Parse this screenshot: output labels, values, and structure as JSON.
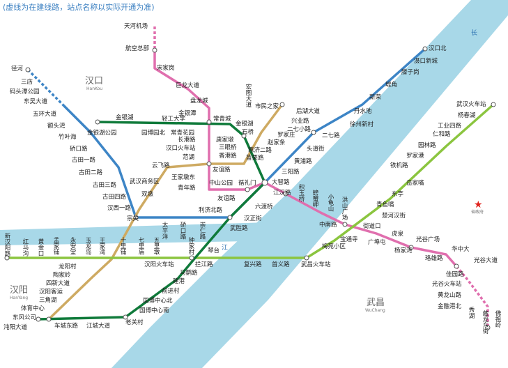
{
  "note": "(虚线为在建线路，站点名称以实际开通为准)",
  "districts": [
    {
      "id": "hankou",
      "name": "汉口",
      "sub": "HanKou"
    },
    {
      "id": "hanyang",
      "name": "汉阳",
      "sub": "HanYang"
    },
    {
      "id": "wuchang",
      "name": "武昌",
      "sub": "WuChang"
    }
  ],
  "river_labels": {
    "yangtze_top": "长",
    "yangtze_mid": "江"
  },
  "landmark": {
    "name": "省政府",
    "icon": "red-star-icon",
    "color": "#e0211b"
  },
  "line_colors": {
    "line1": "#3d85c6",
    "line2": "#e06fae",
    "line3": "#ceaa62",
    "line4": "#8bc53f",
    "line6": "#0f7a3a",
    "river": "#a8d8e8"
  },
  "stations": {
    "tianhe_airport": "天河机场",
    "hangkong_zongbu": "航空总部",
    "songjiagang": "宋家岗",
    "julong_dadao": "巨龙大道",
    "panlongcheng": "盘龙城",
    "hongtu_dadao": "宏图大道",
    "changqingcheng": "常青城",
    "jinyintan": "金银潭",
    "changqing_huayuan": "常青花园",
    "changgang_lu": "长港路",
    "hankou_station": "汉口火车站",
    "fanhu": "范湖",
    "wangjiadun_east": "王家墩东",
    "qingnian_lu": "青年路",
    "zhongshan_park": "中山公园",
    "xunlimen": "循礼门",
    "jianghan_lu": "江汉路",
    "jiyuqiao": "积玉桥",
    "pipa_ting": "螃蟹岬",
    "xiaoguishan": "小龟山",
    "hongshan_square": "洪山广场",
    "zhongnan_lu": "中南路",
    "jiedaokou": "街道口",
    "guangbutun": "广埠屯",
    "hongshan": "虎泉",
    "yangjiawan": "杨家湾",
    "guanggu_square": "光谷广场",
    "jinhu": "金银湖",
    "jinhu_park": "金银湖公园",
    "yuanboyuan_north": "园博园北",
    "qinggong_daxue": "轻工大学",
    "zhuyeshan": "竹叶海",
    "etoushan": "额头湾",
    "wuhuan_dadao": "五环大道",
    "dongwu_dadao": "东吴大道",
    "matou_tan_park": "码头潭公园",
    "sandian": "三店",
    "jingkaihe": "径河",
    "shiqiao": "石桥",
    "tangjiadun": "唐家墩",
    "sanyanqiao": "三眼桥",
    "xianggang_lu": "香港路",
    "minzu_home": "市民之家",
    "houhu_dadao": "后湖大道",
    "xingye_lu": "兴业路",
    "erqi_xiaolu": "二七小路",
    "luojiazhuang": "罗家庄",
    "zhaojiatiao": "赵家条",
    "huiji_erlu": "惠济二路",
    "miaoli_lu": "苗栗路",
    "sanyang_lu": "三阳路",
    "dazhi_lu": "大智路",
    "youyi_lu": "友谊路",
    "liji_beilu": "利济北路",
    "zongguan": "宗关",
    "hanxi_yilu": "汉西一路",
    "gutian_silu": "古田四路",
    "gutian_sanlu": "古田三路",
    "gutian_erlu": "古田二路",
    "gutian_yilu": "古田一路",
    "qiaokou_lu": "硚口路",
    "yunfei_lu": "云飞路",
    "shuangdun": "双墩",
    "wuhan_cbd": "武汉商务区",
    "qiaokou": "硚口路",
    "taipingyang": "太平洋",
    "chongren_lu": "崇仁路",
    "liuduqiao": "六渡桥",
    "hanzheng_jie": "汉正街",
    "wusheng_lu": "武胜路",
    "qintai": "琴台",
    "zhongjiacun": "钟家村",
    "wangjiawan": "王家湾",
    "longyangcun": "龙阳村",
    "taojialing": "陶家岭",
    "sixin_dadao": "四新大道",
    "hanyang_kechuan": "汉阳客运",
    "sanjiaohu": "三角湖",
    "tiyu_zhongxin": "体育中心",
    "dongfeng_gongsi": "东风公司",
    "zhuankou_dadao": "沌阳大道",
    "chedu_donglu": "车城东路",
    "jiangcheng_dadao": "江城大道",
    "laoguancun": "老关村",
    "guobo_zhongxin_nan": "国博中心南",
    "guobo_zhongxin_bei": "国博中心北",
    "qianjincun": "前进村",
    "jiankang": "建港",
    "mayinglu": "马鹦路",
    "lanjianglu": "拦江路",
    "hanyang_station": "汉阳火车站",
    "xinhanyang": "新汉阳路",
    "hongmagou": "红马沟",
    "huangjinkou": "黄金口",
    "mengjiapu": "孟家铺",
    "yongan_tang": "永安堂",
    "yulong_dao": "玉龙岛",
    "wangjiawan_st": "王家湾",
    "shilipu": "十里铺",
    "qilimiao": "七里庙",
    "wulimiao": "五里墩",
    "zhongjiacun2": "钟家村",
    "fuxing_lu": "复兴路",
    "shouyi_lu": "首义路",
    "wuchang_station": "武昌火车站",
    "meiyuan_xiaoqu": "梅苑小区",
    "baotong_temple": "宝通寺",
    "hongshan_guangchang": "洪山广场",
    "chuhe_hanjie": "楚河汉街",
    "qingyuan": "青鱼嘴",
    "donting": "东亭",
    "yuejiazui": "岳家嘴",
    "tielulu": "铁机路",
    "luojiagang": "罗家港",
    "yuanlin_lu": "园林路",
    "renhe_lu": "仁和路",
    "gongye_silu": "工业四路",
    "yangchunhu": "杨春湖",
    "wuhan_station": "武汉火车站",
    "huazhongda": "华中大",
    "guanggu_dadao": "光谷大道",
    "luoxiong_lu": "珞雄路",
    "jiayuan_lu": "佳园路",
    "guanggu_station": "光谷火车站",
    "huanglong_shan": "黄龙山路",
    "jinrong_gangbei": "金融港北",
    "xiuhu": "秀湖",
    "zanglong_dongjie": "藏龙东街",
    "fojuling": "佛祖岭",
    "hankou_north": "汉口北",
    "tankou_xincheng": "滠口新城",
    "tengziguang": "滕子岗",
    "duifeng": "堤角",
    "xinrong": "新荣",
    "danshui_chi": "丹水池",
    "xujiapeng": "徐州新村",
    "erqi_lu": "二七路",
    "toudao_jie": "头道街",
    "huangpu_lu": "黄浦路",
    "yingwu_lu": "江汉路"
  }
}
